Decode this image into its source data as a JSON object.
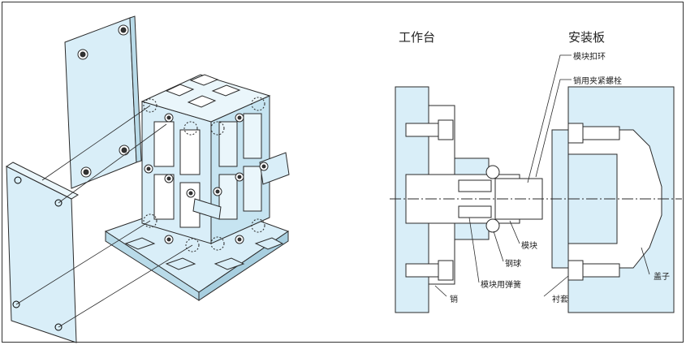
{
  "colors": {
    "fill": "#d9eef8",
    "line": "#2a2a2a",
    "hatch": "#5a5a5a"
  },
  "left_figure": {
    "caption": ""
  },
  "right_figure": {
    "title_left": "工作台",
    "title_right": "安装板",
    "labels": {
      "module_buckle": "模块扣环",
      "pin_clamp_bolt": "销用夹紧螺栓",
      "module": "模块",
      "steel_ball": "钢球",
      "module_spring": "模块用弹簧",
      "pin": "销",
      "bushing": "衬套",
      "cover": "盖子"
    }
  }
}
